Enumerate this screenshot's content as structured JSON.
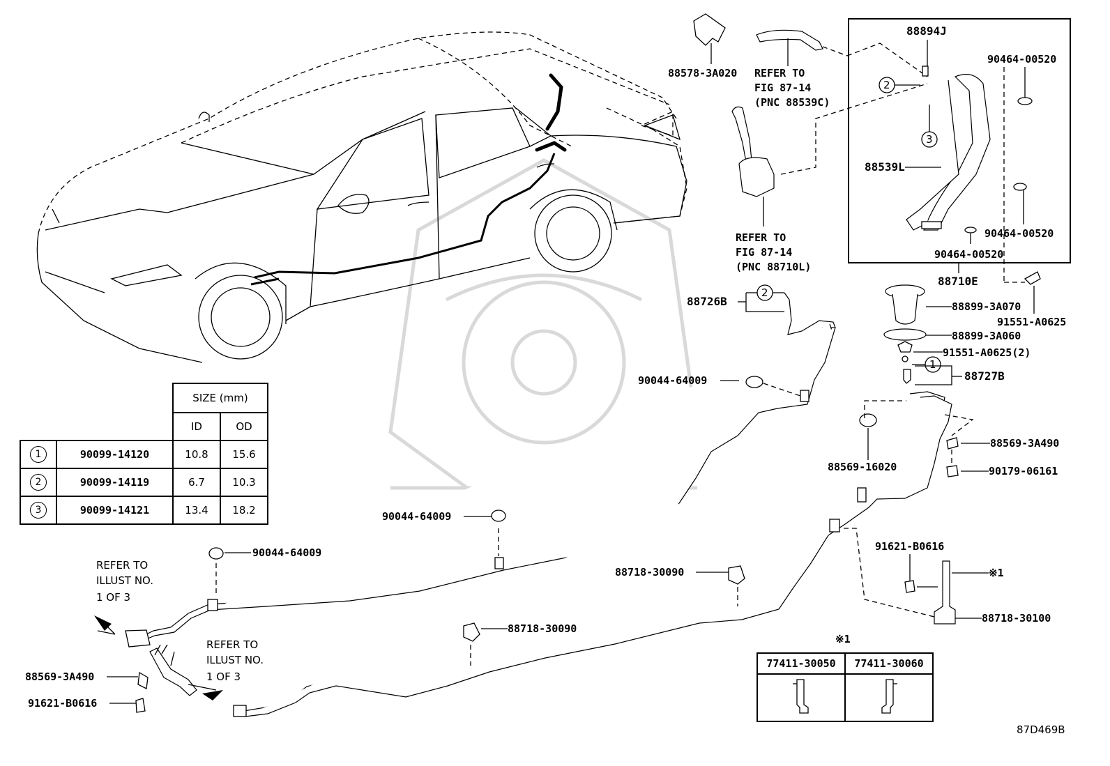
{
  "labels": {
    "p88578": "88578-3A020",
    "p88894J": "88894J",
    "p90464a": "90464-00520",
    "p90464b": "90464-00520",
    "p90464c": "90464-00520",
    "p88539L": "88539L",
    "p88710E": "88710E",
    "refer1_l1": "REFER TO",
    "refer1_l2": "FIG 87-14",
    "refer1_l3": "(PNC 88539C)",
    "refer2_l1": "REFER TO",
    "refer2_l2": "FIG 87-14",
    "refer2_l3": "(PNC 88710L)",
    "p88726B": "88726B",
    "p88899a": "88899-3A070",
    "p88899b": "88899-3A060",
    "p91551a": "91551-A0625",
    "p91551b": "91551-A0625(2)",
    "p88727B": "88727B",
    "p90044a": "90044-64009",
    "p90044b": "90044-64009",
    "p90044c": "90044-64009",
    "p88569a": "88569-3A490",
    "p88569b": "88569-16020",
    "p88569c": "88569-3A490",
    "p90179": "90179-06161",
    "p91621a": "91621-B0616",
    "p91621b": "91621-B0616",
    "p88718a": "88718-30090",
    "p88718b": "88718-30090",
    "p88718c": "88718-30100",
    "note1": "※1",
    "note2": "※1",
    "illust1_l1": "REFER TO",
    "illust1_l2": "ILLUST NO.",
    "illust1_l3": "1 OF 3",
    "illust2_l1": "REFER TO",
    "illust2_l2": "ILLUST NO.",
    "illust2_l3": "1 OF 3",
    "circle1": "1",
    "circle2": "2",
    "circle3": "3",
    "circle2b": "2",
    "circle1b": "1",
    "code": "87D469B"
  },
  "size_table": {
    "header": "SIZE (mm)",
    "col_id": "ID",
    "col_od": "OD",
    "rows": [
      {
        "num": "1",
        "part": "90099-14120",
        "id": "10.8",
        "od": "15.6"
      },
      {
        "num": "2",
        "part": "90099-14119",
        "id": "6.7",
        "od": "10.3"
      },
      {
        "num": "3",
        "part": "90099-14121",
        "id": "13.4",
        "od": "18.2"
      }
    ]
  },
  "bracket_table": {
    "col1": "77411-30050",
    "col2": "77411-30060"
  }
}
